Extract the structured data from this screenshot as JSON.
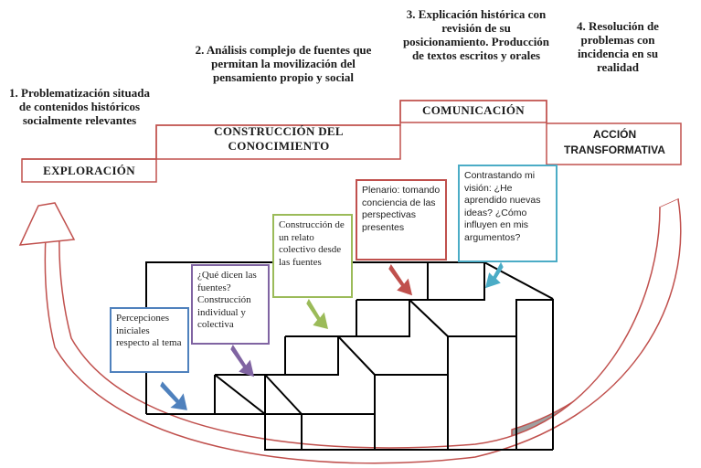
{
  "stages": [
    {
      "number_title": "1. Problematización situada de contenidos históricos socialmente relevantes",
      "label": "EXPLORACIÓN"
    },
    {
      "number_title": "2. Análisis complejo de fuentes que permitan la movilización del pensamiento propio y social",
      "label": "CONSTRUCCIÓN DEL CONOCIMIENTO"
    },
    {
      "number_title": "3. Explicación histórica con revisión de su posicionamiento. Producción de textos escritos y orales",
      "label": "COMUNICACIÓN"
    },
    {
      "number_title": "4. Resolución de problemas con incidencia en su realidad",
      "label": "ACCIÓN TRANSFORMATIVA"
    }
  ],
  "boxes": [
    {
      "text": "Percepciones iniciales respecto al tema",
      "color": "#4f81bd"
    },
    {
      "text": "¿Qué dicen las fuentes? Construcción individual y colectiva",
      "color": "#8064a2"
    },
    {
      "text": "Construcción de un relato colectivo desde las fuentes",
      "color": "#9bbb59"
    },
    {
      "text": "Plenario: tomando conciencia de las perspectivas presentes",
      "color": "#c0504d"
    },
    {
      "text": "Contrastando mi visión: ¿He aprendido nuevas ideas? ¿Cómo influyen en mis argumentos?",
      "color": "#4bacc6"
    }
  ],
  "colors": {
    "step_outline": "#c0504d",
    "cycle_arrow_outline": "#c0504d",
    "cycle_arrow_fill": "#bfbfbf",
    "stairs": "#000000"
  }
}
